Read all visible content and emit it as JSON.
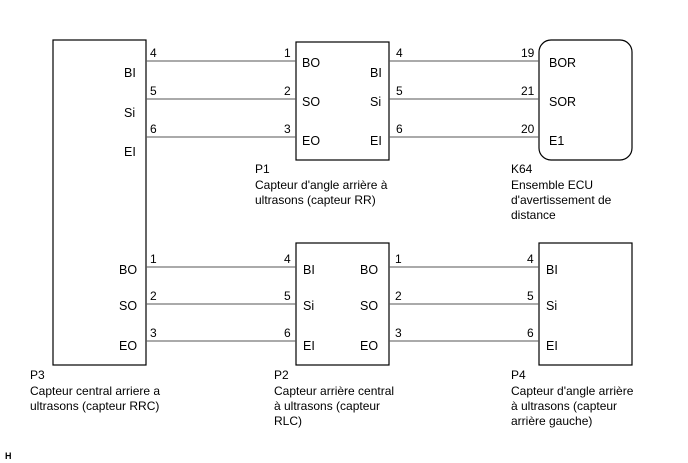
{
  "wiring_diagram": {
    "components": {
      "P3": {
        "id": "P3",
        "caption": [
          "Capteur central arriere a",
          "ultrasons (capteur RRC)"
        ],
        "terminals": [
          "BI",
          "Si",
          "EI",
          "BO",
          "SO",
          "EO"
        ]
      },
      "P1": {
        "id": "P1",
        "caption": [
          "Capteur d'angle arrière à",
          "ultrasons (capteur RR)"
        ],
        "left_terminals": [
          "BO",
          "SO",
          "EO"
        ],
        "right_terminals": [
          "BI",
          "Si",
          "EI"
        ]
      },
      "K64": {
        "id": "K64",
        "caption": [
          "Ensemble ECU",
          "d'avertissement de",
          "distance"
        ],
        "terminals": [
          "BOR",
          "SOR",
          "E1"
        ]
      },
      "P2": {
        "id": "P2",
        "caption": [
          "Capteur arrière central",
          "à ultrasons (capteur",
          "RLC)"
        ],
        "left_terminals": [
          "BI",
          "Si",
          "EI"
        ],
        "right_terminals": [
          "BO",
          "SO",
          "EO"
        ]
      },
      "P4": {
        "id": "P4",
        "caption": [
          "Capteur d'angle arrière",
          "à ultrasons (capteur",
          "arrière gauche)"
        ],
        "terminals": [
          "BI",
          "Si",
          "EI"
        ]
      }
    },
    "wires_top_left": [
      {
        "from_pin": "4",
        "to_pin": "1"
      },
      {
        "from_pin": "5",
        "to_pin": "2"
      },
      {
        "from_pin": "6",
        "to_pin": "3"
      }
    ],
    "wires_top_right": [
      {
        "from_pin": "4",
        "to_pin": "19"
      },
      {
        "from_pin": "5",
        "to_pin": "21"
      },
      {
        "from_pin": "6",
        "to_pin": "20"
      }
    ],
    "wires_bottom_left": [
      {
        "from_pin": "1",
        "to_pin": "4"
      },
      {
        "from_pin": "2",
        "to_pin": "5"
      },
      {
        "from_pin": "3",
        "to_pin": "6"
      }
    ],
    "wires_bottom_right": [
      {
        "from_pin": "1",
        "to_pin": "4"
      },
      {
        "from_pin": "2",
        "to_pin": "5"
      },
      {
        "from_pin": "3",
        "to_pin": "6"
      }
    ],
    "figure_code": "H"
  }
}
